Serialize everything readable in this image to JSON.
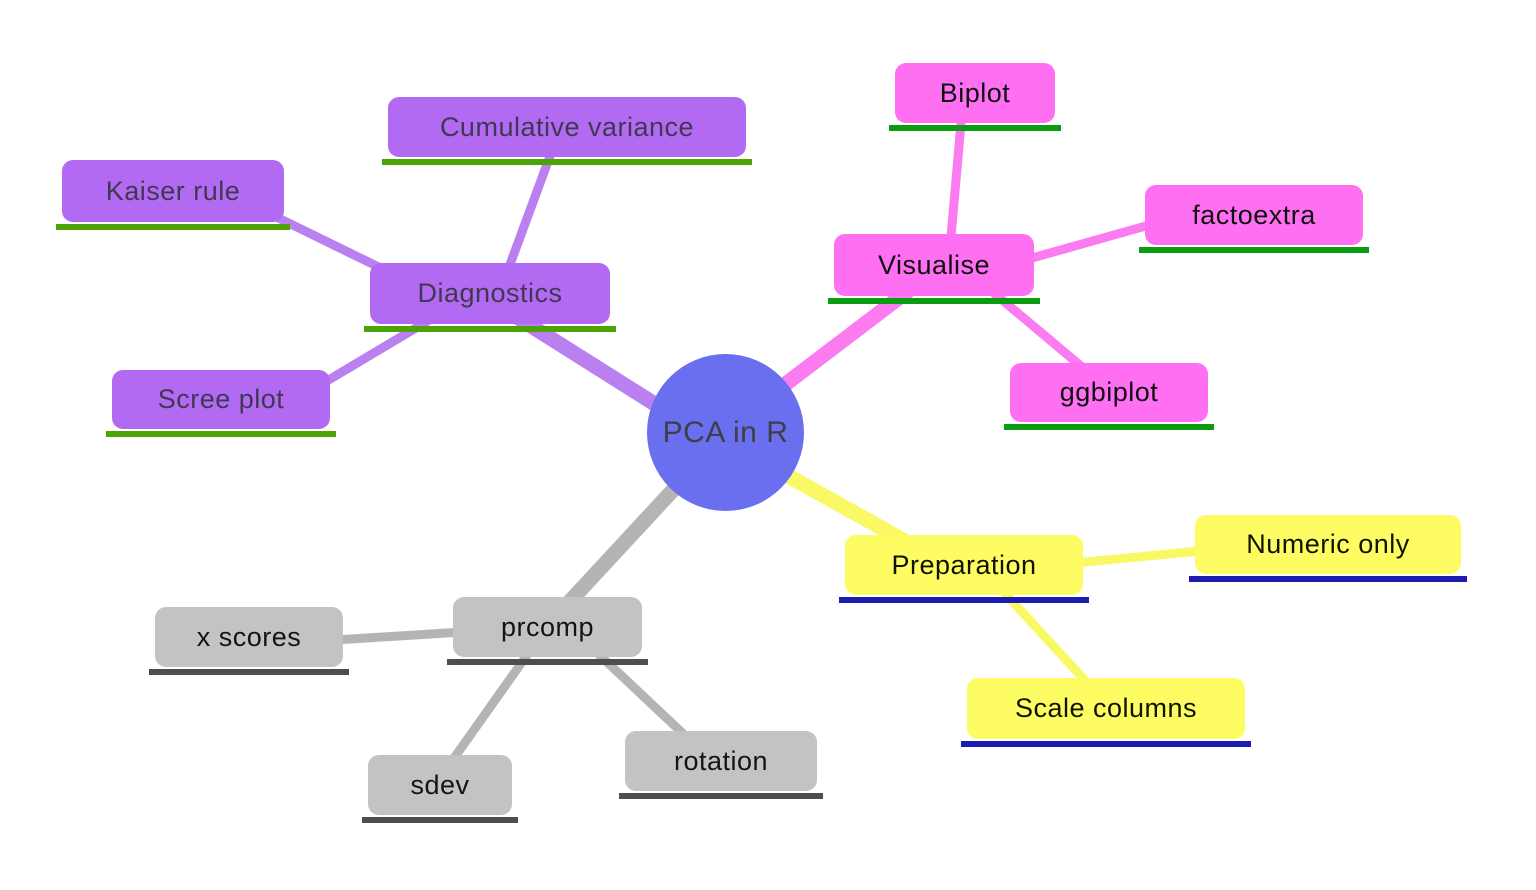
{
  "diagram": {
    "type": "mindmap",
    "background_color": "#ffffff"
  },
  "center": {
    "label": "PCA in R",
    "color": "#6a6ff0",
    "text_color": "#3e3e46"
  },
  "branches": [
    {
      "label": "Diagnostics",
      "node_color": "#b26af2",
      "edge_color": "#bb80f0",
      "underline_color": "#4ba305",
      "children": [
        {
          "label": "Kaiser rule"
        },
        {
          "label": "Cumulative variance"
        },
        {
          "label": "Scree plot"
        }
      ]
    },
    {
      "label": "Visualise",
      "node_color": "#ff6ff2",
      "edge_color": "#fb7bf0",
      "underline_color": "#0b9c12",
      "children": [
        {
          "label": "Biplot"
        },
        {
          "label": "factoextra"
        },
        {
          "label": "ggbiplot"
        }
      ]
    },
    {
      "label": "Preparation",
      "node_color": "#fdfd63",
      "edge_color": "#f9f966",
      "underline_color": "#1c1caf",
      "children": [
        {
          "label": "Numeric only"
        },
        {
          "label": "Scale columns"
        }
      ]
    },
    {
      "label": "prcomp",
      "node_color": "#c3c3c3",
      "edge_color": "#b4b4b4",
      "underline_color": "#4e4e4e",
      "children": [
        {
          "label": "x scores"
        },
        {
          "label": "sdev"
        },
        {
          "label": "rotation"
        }
      ]
    }
  ]
}
